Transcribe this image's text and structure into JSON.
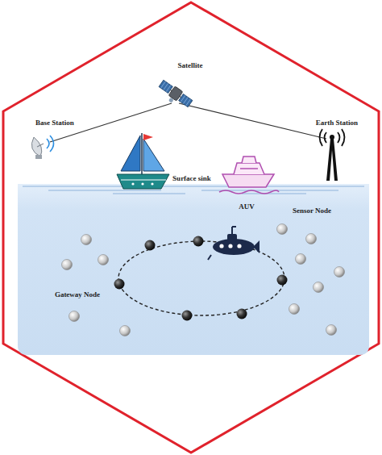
{
  "diagram": {
    "labels": [
      "Satellite",
      "Base Station",
      "Earth Station",
      "Surface sink",
      "Sensor Node",
      "AUV",
      "Gateway Node"
    ]
  }
}
